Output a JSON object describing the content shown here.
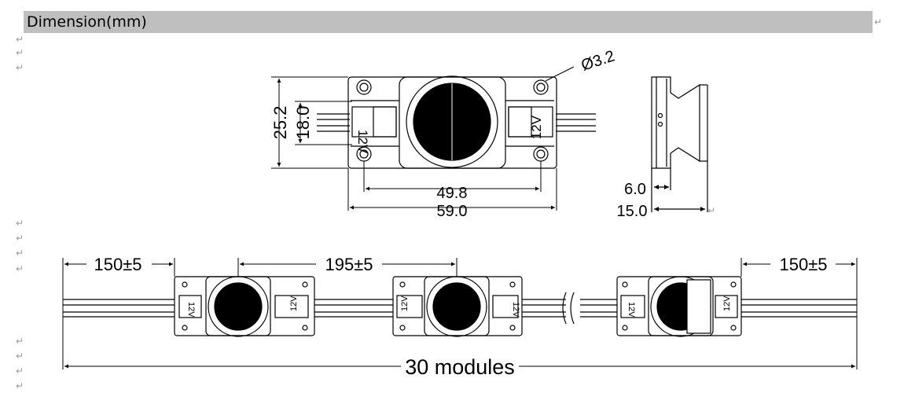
{
  "header": {
    "title": "Dimension(mm)"
  },
  "paragraph_mark": "↵",
  "top_view": {
    "height_outer": "25.2",
    "height_inner": "18.0",
    "hole_diameter": "Ø3.2",
    "hole_spacing": "49.8",
    "total_length": "59.0",
    "voltage": "12V",
    "plus": "+",
    "minus": "—"
  },
  "side_view": {
    "base_thickness": "6.0",
    "total_height": "15.0"
  },
  "chain_view": {
    "lead_left": "150±5",
    "module_pitch": "195±5",
    "lead_right": "150±5",
    "total_label": "30 modules",
    "voltage": "12V"
  }
}
